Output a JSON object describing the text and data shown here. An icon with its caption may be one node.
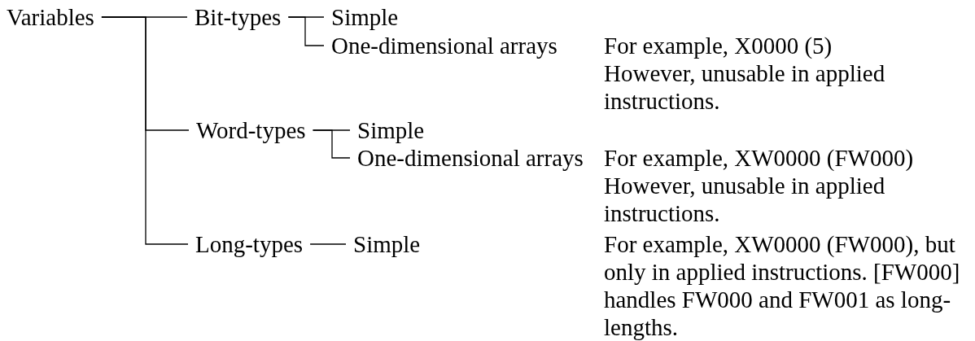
{
  "diagram": {
    "nodes": [
      {
        "text": [
          "Variables"
        ]
      },
      {
        "text": [
          "Bit-types"
        ]
      },
      {
        "text": [
          "Simple"
        ]
      },
      {
        "text": [
          "One-dimensional arrays"
        ]
      },
      {
        "text": [
          "Word-types"
        ]
      },
      {
        "text": [
          "Simple"
        ]
      },
      {
        "text": [
          "One-dimensional arrays"
        ]
      },
      {
        "text": [
          "Long-types"
        ]
      },
      {
        "text": [
          "Simple"
        ]
      }
    ],
    "labels": [
      "For example, X0000 (5)",
      "However, unusable in applied instructions.",
      "For example, XW0000 (FW000)",
      "However, unusable in applied instructions.",
      "For example, XW0000 (FW000), but only in applied instructions. [FW000] handles FW000 and FW001 as long-lengths."
    ],
    "edges": [
      {
        "from": 0,
        "to": 1,
        "arrow": "none"
      },
      {
        "from": 0,
        "to": 4,
        "arrow": "none"
      },
      {
        "from": 0,
        "to": 7,
        "arrow": "none"
      },
      {
        "from": 1,
        "to": 2,
        "arrow": "none"
      },
      {
        "from": 1,
        "to": 3,
        "arrow": "none"
      },
      {
        "from": 4,
        "to": 5,
        "arrow": "none"
      },
      {
        "from": 4,
        "to": 6,
        "arrow": "none"
      },
      {
        "from": 7,
        "to": 8,
        "arrow": "none"
      }
    ]
  }
}
